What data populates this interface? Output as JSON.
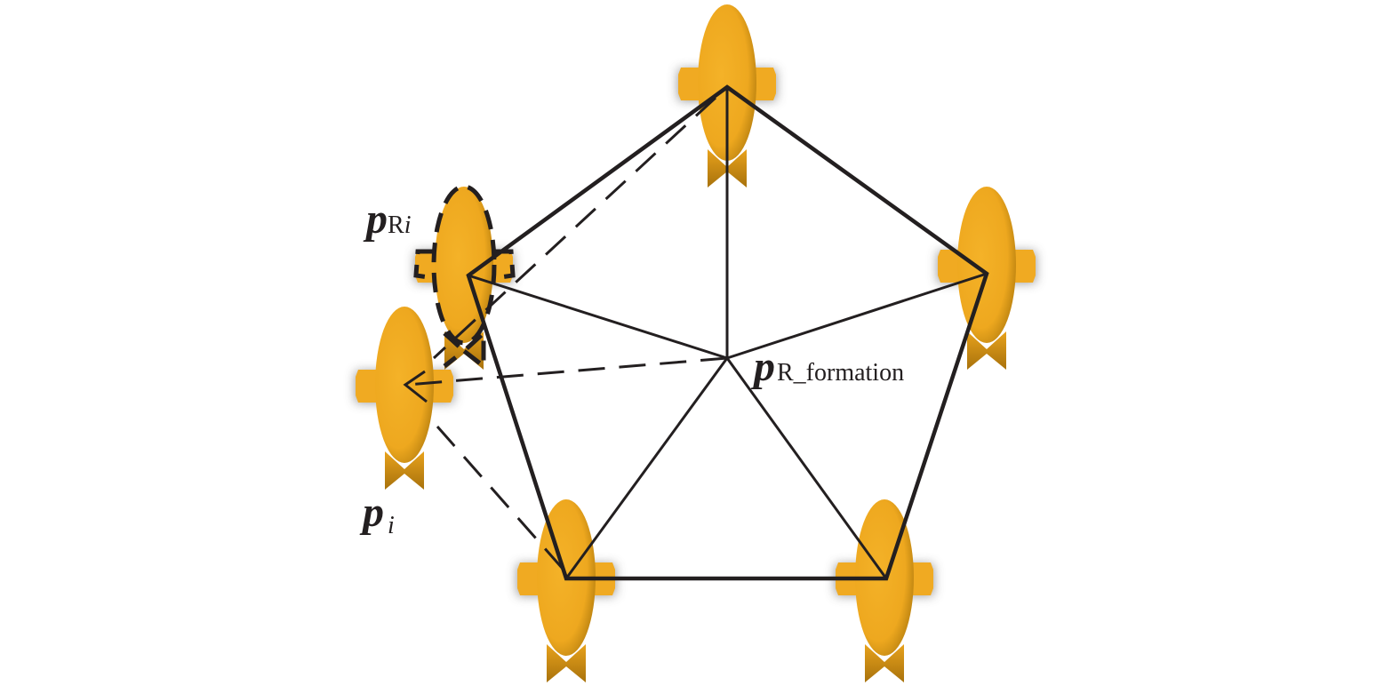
{
  "title": "Formation diagram of five robots arranged in a pentagon",
  "labels": {
    "p_ri": {
      "main": "p",
      "sub": "R",
      "sub_italic": "i"
    },
    "p_i": {
      "main": "p",
      "sub_italic": "i"
    },
    "p_formation": {
      "main": "p",
      "sub": "R_formation"
    }
  },
  "colors": {
    "robot_body": "#f0aa22",
    "robot_dark": "#b07a10",
    "line": "#231f20",
    "shadow": "#888888"
  },
  "icons": {
    "robot": "fish-robot-icon"
  }
}
